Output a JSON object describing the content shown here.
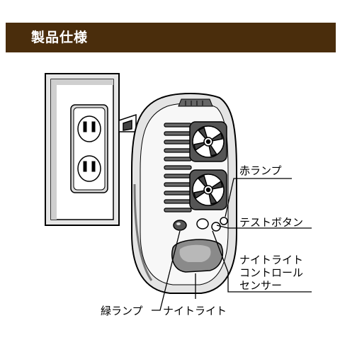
{
  "header": {
    "title": "製品仕様",
    "bg_color": "#4a2d0c"
  },
  "labels": {
    "red_lamp": "赤ランプ",
    "test_button": "テストボタン",
    "night_light_control_sensor": [
      "ナイトライト",
      "コントロール",
      "センサー"
    ],
    "green_lamp": "緑ランプ",
    "night_light": "ナイトライト"
  }
}
